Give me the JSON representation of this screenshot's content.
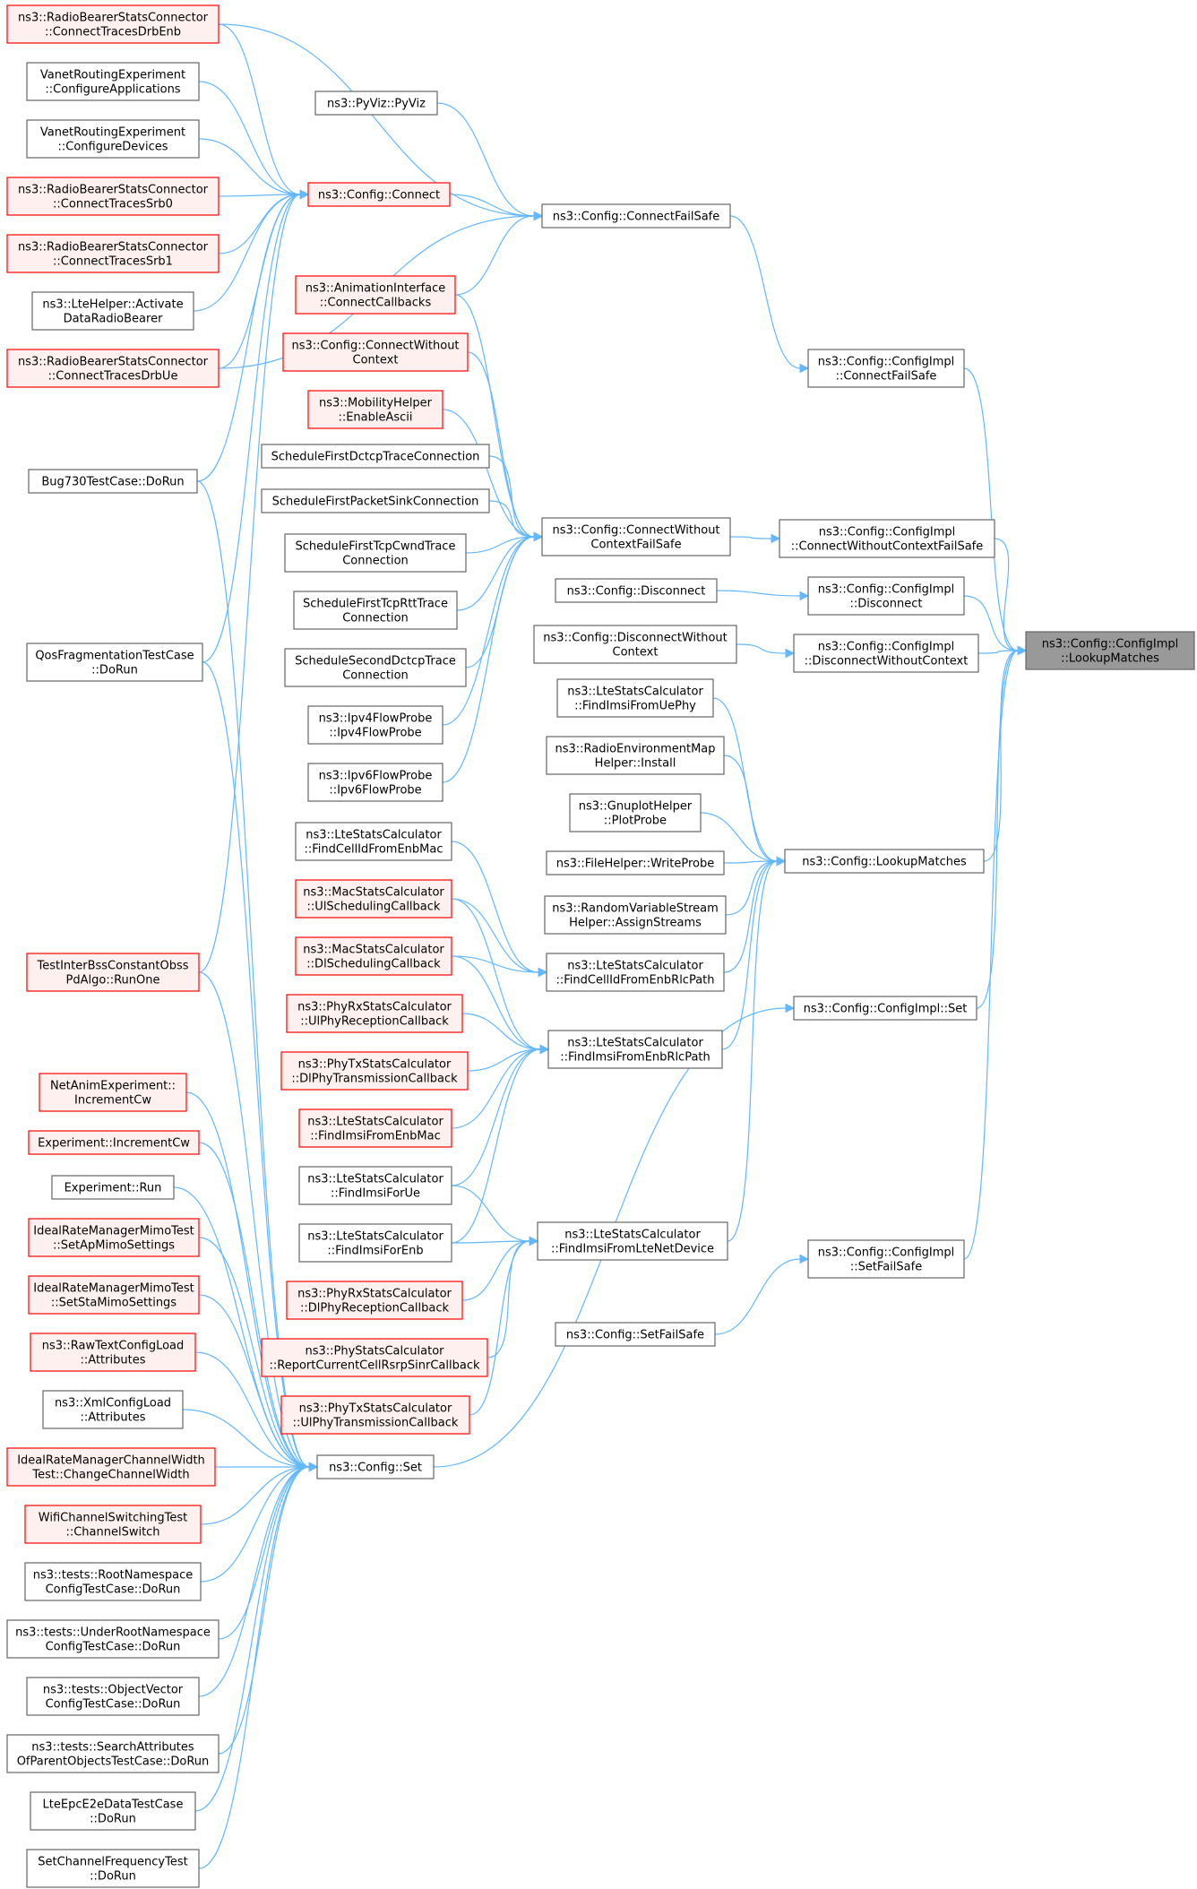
{
  "graph": {
    "style": {
      "edge_color": "#63b8ff",
      "node_plain_border": "#666666",
      "node_plain_fill": "#ffffff",
      "node_red_border": "#ff0000",
      "node_red_fill": "#fff0f0",
      "node_root_fill": "#999999",
      "node_root_border": "#666666"
    },
    "nodes": [
      {
        "id": "root",
        "lines": [
          "ns3::Config::ConfigImpl",
          "::LookupMatches"
        ],
        "kind": "root"
      },
      {
        "id": "ci_cfs",
        "lines": [
          "ns3::Config::ConfigImpl",
          "::ConnectFailSafe"
        ],
        "kind": "plain"
      },
      {
        "id": "ci_cwcfs",
        "lines": [
          "ns3::Config::ConfigImpl",
          "::ConnectWithoutContextFailSafe"
        ],
        "kind": "plain"
      },
      {
        "id": "ci_disc",
        "lines": [
          "ns3::Config::ConfigImpl",
          "::Disconnect"
        ],
        "kind": "plain"
      },
      {
        "id": "ci_dwc",
        "lines": [
          "ns3::Config::ConfigImpl",
          "::DisconnectWithoutContext"
        ],
        "kind": "plain"
      },
      {
        "id": "lookup",
        "lines": [
          "ns3::Config::LookupMatches"
        ],
        "kind": "plain"
      },
      {
        "id": "ci_set",
        "lines": [
          "ns3::Config::ConfigImpl::Set"
        ],
        "kind": "plain"
      },
      {
        "id": "ci_sfs",
        "lines": [
          "ns3::Config::ConfigImpl",
          "::SetFailSafe"
        ],
        "kind": "plain"
      },
      {
        "id": "c_cfs",
        "lines": [
          "ns3::Config::ConnectFailSafe"
        ],
        "kind": "plain"
      },
      {
        "id": "c_cwcfs",
        "lines": [
          "ns3::Config::ConnectWithout",
          "ContextFailSafe"
        ],
        "kind": "plain"
      },
      {
        "id": "c_disc",
        "lines": [
          "ns3::Config::Disconnect"
        ],
        "kind": "plain"
      },
      {
        "id": "c_dwc",
        "lines": [
          "ns3::Config::DisconnectWithout",
          "Context"
        ],
        "kind": "plain"
      },
      {
        "id": "fi_uephy",
        "lines": [
          "ns3::LteStatsCalculator",
          "::FindImsiFromUePhy"
        ],
        "kind": "plain"
      },
      {
        "id": "rem_install",
        "lines": [
          "ns3::RadioEnvironmentMap",
          "Helper::Install"
        ],
        "kind": "plain"
      },
      {
        "id": "gnuplot",
        "lines": [
          "ns3::GnuplotHelper",
          "::PlotProbe"
        ],
        "kind": "plain"
      },
      {
        "id": "filehelper",
        "lines": [
          "ns3::FileHelper::WriteProbe"
        ],
        "kind": "plain"
      },
      {
        "id": "rvs",
        "lines": [
          "ns3::RandomVariableStream",
          "Helper::AssignStreams"
        ],
        "kind": "plain"
      },
      {
        "id": "fc_rlc",
        "lines": [
          "ns3::LteStatsCalculator",
          "::FindCellIdFromEnbRlcPath"
        ],
        "kind": "plain"
      },
      {
        "id": "fi_rlc",
        "lines": [
          "ns3::LteStatsCalculator",
          "::FindImsiFromEnbRlcPath"
        ],
        "kind": "plain"
      },
      {
        "id": "fi_lte",
        "lines": [
          "ns3::LteStatsCalculator",
          "::FindImsiFromLteNetDevice"
        ],
        "kind": "plain"
      },
      {
        "id": "c_sfs",
        "lines": [
          "ns3::Config::SetFailSafe"
        ],
        "kind": "plain"
      },
      {
        "id": "pyviz",
        "lines": [
          "ns3::PyViz::PyViz"
        ],
        "kind": "plain"
      },
      {
        "id": "c_connect",
        "lines": [
          "ns3::Config::Connect"
        ],
        "kind": "red"
      },
      {
        "id": "anim",
        "lines": [
          "ns3::AnimationInterface",
          "::ConnectCallbacks"
        ],
        "kind": "red"
      },
      {
        "id": "c_cwc",
        "lines": [
          "ns3::Config::ConnectWithout",
          "Context"
        ],
        "kind": "red"
      },
      {
        "id": "mob",
        "lines": [
          "ns3::MobilityHelper",
          "::EnableAscii"
        ],
        "kind": "red"
      },
      {
        "id": "sfdctcp",
        "lines": [
          "ScheduleFirstDctcpTraceConnection"
        ],
        "kind": "plain"
      },
      {
        "id": "sfpsink",
        "lines": [
          "ScheduleFirstPacketSinkConnection"
        ],
        "kind": "plain"
      },
      {
        "id": "sftcpcwnd",
        "lines": [
          "ScheduleFirstTcpCwndTrace",
          "Connection"
        ],
        "kind": "plain"
      },
      {
        "id": "sftcprtt",
        "lines": [
          "ScheduleFirstTcpRttTrace",
          "Connection"
        ],
        "kind": "plain"
      },
      {
        "id": "ssdctcp",
        "lines": [
          "ScheduleSecondDctcpTrace",
          "Connection"
        ],
        "kind": "plain"
      },
      {
        "id": "ipv4probe",
        "lines": [
          "ns3::Ipv4FlowProbe",
          "::Ipv4FlowProbe"
        ],
        "kind": "plain"
      },
      {
        "id": "ipv6probe",
        "lines": [
          "ns3::Ipv6FlowProbe",
          "::Ipv6FlowProbe"
        ],
        "kind": "plain"
      },
      {
        "id": "fc_enbmac",
        "lines": [
          "ns3::LteStatsCalculator",
          "::FindCellIdFromEnbMac"
        ],
        "kind": "plain"
      },
      {
        "id": "mac_ul",
        "lines": [
          "ns3::MacStatsCalculator",
          "::UlSchedulingCallback"
        ],
        "kind": "red"
      },
      {
        "id": "mac_dl",
        "lines": [
          "ns3::MacStatsCalculator",
          "::DlSchedulingCallback"
        ],
        "kind": "red"
      },
      {
        "id": "phyrx_ul",
        "lines": [
          "ns3::PhyRxStatsCalculator",
          "::UlPhyReceptionCallback"
        ],
        "kind": "red"
      },
      {
        "id": "phytx_dl",
        "lines": [
          "ns3::PhyTxStatsCalculator",
          "::DlPhyTransmissionCallback"
        ],
        "kind": "red"
      },
      {
        "id": "fi_enbmac",
        "lines": [
          "ns3::LteStatsCalculator",
          "::FindImsiFromEnbMac"
        ],
        "kind": "red"
      },
      {
        "id": "fi_ue",
        "lines": [
          "ns3::LteStatsCalculator",
          "::FindImsiForUe"
        ],
        "kind": "plain"
      },
      {
        "id": "fi_enb",
        "lines": [
          "ns3::LteStatsCalculator",
          "::FindImsiForEnb"
        ],
        "kind": "plain"
      },
      {
        "id": "phyrx_dl",
        "lines": [
          "ns3::PhyRxStatsCalculator",
          "::DlPhyReceptionCallback"
        ],
        "kind": "red"
      },
      {
        "id": "phystats",
        "lines": [
          "ns3::PhyStatsCalculator",
          "::ReportCurrentCellRsrpSinrCallback"
        ],
        "kind": "red"
      },
      {
        "id": "phytx_ul",
        "lines": [
          "ns3::PhyTxStatsCalculator",
          "::UlPhyTransmissionCallback"
        ],
        "kind": "red"
      },
      {
        "id": "c_set",
        "lines": [
          "ns3::Config::Set"
        ],
        "kind": "plain"
      },
      {
        "id": "rb_drbenb",
        "lines": [
          "ns3::RadioBearerStatsConnector",
          "::ConnectTracesDrbEnb"
        ],
        "kind": "red"
      },
      {
        "id": "vanet_app",
        "lines": [
          "VanetRoutingExperiment",
          "::ConfigureApplications"
        ],
        "kind": "plain"
      },
      {
        "id": "vanet_dev",
        "lines": [
          "VanetRoutingExperiment",
          "::ConfigureDevices"
        ],
        "kind": "plain"
      },
      {
        "id": "rb_srb0",
        "lines": [
          "ns3::RadioBearerStatsConnector",
          "::ConnectTracesSrb0"
        ],
        "kind": "red"
      },
      {
        "id": "rb_srb1",
        "lines": [
          "ns3::RadioBearerStatsConnector",
          "::ConnectTracesSrb1"
        ],
        "kind": "red"
      },
      {
        "id": "ltehelper",
        "lines": [
          "ns3::LteHelper::Activate",
          "DataRadioBearer"
        ],
        "kind": "plain"
      },
      {
        "id": "rb_drbue",
        "lines": [
          "ns3::RadioBearerStatsConnector",
          "::ConnectTracesDrbUe"
        ],
        "kind": "red"
      },
      {
        "id": "bug730",
        "lines": [
          "Bug730TestCase::DoRun"
        ],
        "kind": "plain"
      },
      {
        "id": "qosfrag",
        "lines": [
          "QosFragmentationTestCase",
          "::DoRun"
        ],
        "kind": "plain"
      },
      {
        "id": "tibss",
        "lines": [
          "TestInterBssConstantObss",
          "PdAlgo::RunOne"
        ],
        "kind": "red"
      },
      {
        "id": "netanim",
        "lines": [
          "NetAnimExperiment::",
          "IncrementCw"
        ],
        "kind": "red"
      },
      {
        "id": "exp_inc",
        "lines": [
          "Experiment::IncrementCw"
        ],
        "kind": "red"
      },
      {
        "id": "exp_run",
        "lines": [
          "Experiment::Run"
        ],
        "kind": "plain"
      },
      {
        "id": "irm_ap",
        "lines": [
          "IdealRateManagerMimoTest",
          "::SetApMimoSettings"
        ],
        "kind": "red"
      },
      {
        "id": "irm_sta",
        "lines": [
          "IdealRateManagerMimoTest",
          "::SetStaMimoSettings"
        ],
        "kind": "red"
      },
      {
        "id": "rawtext",
        "lines": [
          "ns3::RawTextConfigLoad",
          "::Attributes"
        ],
        "kind": "red"
      },
      {
        "id": "xmlcfg",
        "lines": [
          "ns3::XmlConfigLoad",
          "::Attributes"
        ],
        "kind": "plain"
      },
      {
        "id": "irm_cw",
        "lines": [
          "IdealRateManagerChannelWidth",
          "Test::ChangeChannelWidth"
        ],
        "kind": "red"
      },
      {
        "id": "wifics",
        "lines": [
          "WifiChannelSwitchingTest",
          "::ChannelSwitch"
        ],
        "kind": "red"
      },
      {
        "id": "t_root",
        "lines": [
          "ns3::tests::RootNamespace",
          "ConfigTestCase::DoRun"
        ],
        "kind": "plain"
      },
      {
        "id": "t_under",
        "lines": [
          "ns3::tests::UnderRootNamespace",
          "ConfigTestCase::DoRun"
        ],
        "kind": "plain"
      },
      {
        "id": "t_objvec",
        "lines": [
          "ns3::tests::ObjectVector",
          "ConfigTestCase::DoRun"
        ],
        "kind": "plain"
      },
      {
        "id": "t_search",
        "lines": [
          "ns3::tests::SearchAttributes",
          "OfParentObjectsTestCase::DoRun"
        ],
        "kind": "plain"
      },
      {
        "id": "lteepc",
        "lines": [
          "LteEpcE2eDataTestCase",
          "::DoRun"
        ],
        "kind": "plain"
      },
      {
        "id": "setchan",
        "lines": [
          "SetChannelFrequencyTest",
          "::DoRun"
        ],
        "kind": "plain"
      }
    ],
    "edges": [
      [
        "ci_cfs",
        "root"
      ],
      [
        "ci_cwcfs",
        "root"
      ],
      [
        "ci_disc",
        "root"
      ],
      [
        "ci_dwc",
        "root"
      ],
      [
        "lookup",
        "root"
      ],
      [
        "ci_set",
        "root"
      ],
      [
        "ci_sfs",
        "root"
      ],
      [
        "c_cfs",
        "ci_cfs"
      ],
      [
        "c_cwcfs",
        "ci_cwcfs"
      ],
      [
        "c_disc",
        "ci_disc"
      ],
      [
        "c_dwc",
        "ci_dwc"
      ],
      [
        "fi_uephy",
        "lookup"
      ],
      [
        "rem_install",
        "lookup"
      ],
      [
        "gnuplot",
        "lookup"
      ],
      [
        "filehelper",
        "lookup"
      ],
      [
        "rvs",
        "lookup"
      ],
      [
        "fc_rlc",
        "lookup"
      ],
      [
        "fi_rlc",
        "lookup"
      ],
      [
        "fi_lte",
        "lookup"
      ],
      [
        "c_set",
        "ci_set"
      ],
      [
        "c_sfs",
        "ci_sfs"
      ],
      [
        "pyviz",
        "c_cfs"
      ],
      [
        "c_connect",
        "c_cfs"
      ],
      [
        "anim",
        "c_cfs"
      ],
      [
        "rb_drbenb",
        "c_cfs"
      ],
      [
        "rb_drbue",
        "c_cfs"
      ],
      [
        "anim",
        "c_cwcfs"
      ],
      [
        "c_cwc",
        "c_cwcfs"
      ],
      [
        "mob",
        "c_cwcfs"
      ],
      [
        "sfdctcp",
        "c_cwcfs"
      ],
      [
        "sfpsink",
        "c_cwcfs"
      ],
      [
        "sftcpcwnd",
        "c_cwcfs"
      ],
      [
        "sftcprtt",
        "c_cwcfs"
      ],
      [
        "ssdctcp",
        "c_cwcfs"
      ],
      [
        "ipv4probe",
        "c_cwcfs"
      ],
      [
        "ipv6probe",
        "c_cwcfs"
      ],
      [
        "rb_drbenb",
        "c_connect"
      ],
      [
        "vanet_app",
        "c_connect"
      ],
      [
        "vanet_dev",
        "c_connect"
      ],
      [
        "rb_srb0",
        "c_connect"
      ],
      [
        "rb_srb1",
        "c_connect"
      ],
      [
        "ltehelper",
        "c_connect"
      ],
      [
        "rb_drbue",
        "c_connect"
      ],
      [
        "bug730",
        "c_connect"
      ],
      [
        "qosfrag",
        "c_connect"
      ],
      [
        "tibss",
        "c_connect"
      ],
      [
        "fc_enbmac",
        "fc_rlc"
      ],
      [
        "mac_ul",
        "fc_rlc"
      ],
      [
        "mac_dl",
        "fc_rlc"
      ],
      [
        "mac_ul",
        "fi_rlc"
      ],
      [
        "mac_dl",
        "fi_rlc"
      ],
      [
        "phyrx_ul",
        "fi_rlc"
      ],
      [
        "phytx_dl",
        "fi_rlc"
      ],
      [
        "fi_enbmac",
        "fi_rlc"
      ],
      [
        "fi_ue",
        "fi_rlc"
      ],
      [
        "fi_enb",
        "fi_rlc"
      ],
      [
        "fi_ue",
        "fi_lte"
      ],
      [
        "fi_enb",
        "fi_lte"
      ],
      [
        "phyrx_dl",
        "fi_lte"
      ],
      [
        "phystats",
        "fi_lte"
      ],
      [
        "phytx_ul",
        "fi_lte"
      ],
      [
        "bug730",
        "c_set"
      ],
      [
        "qosfrag",
        "c_set"
      ],
      [
        "tibss",
        "c_set"
      ],
      [
        "netanim",
        "c_set"
      ],
      [
        "exp_inc",
        "c_set"
      ],
      [
        "exp_run",
        "c_set"
      ],
      [
        "irm_ap",
        "c_set"
      ],
      [
        "irm_sta",
        "c_set"
      ],
      [
        "rawtext",
        "c_set"
      ],
      [
        "xmlcfg",
        "c_set"
      ],
      [
        "irm_cw",
        "c_set"
      ],
      [
        "wifics",
        "c_set"
      ],
      [
        "t_root",
        "c_set"
      ],
      [
        "t_under",
        "c_set"
      ],
      [
        "t_objvec",
        "c_set"
      ],
      [
        "t_search",
        "c_set"
      ],
      [
        "lteepc",
        "c_set"
      ],
      [
        "setchan",
        "c_set"
      ]
    ]
  }
}
